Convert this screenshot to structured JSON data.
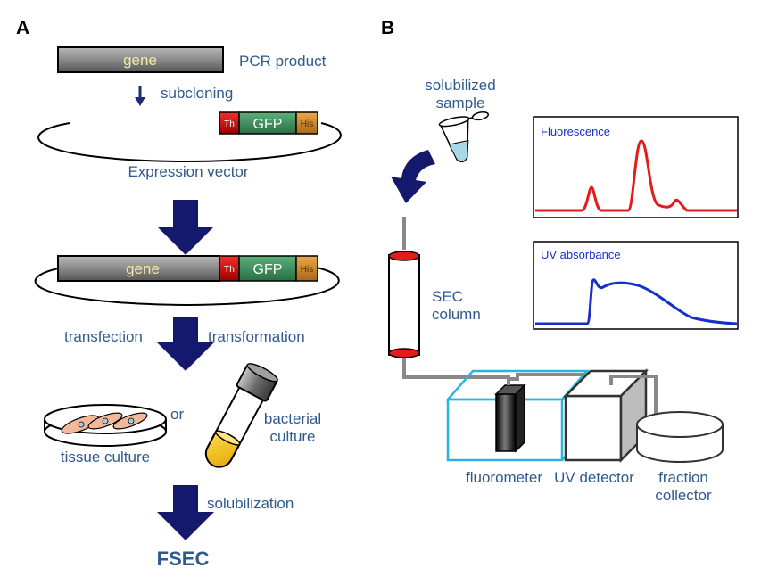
{
  "panels": {
    "a": "A",
    "b": "B"
  },
  "labels": {
    "gene": "gene",
    "pcr_product": "PCR product",
    "subcloning": "subcloning",
    "th": "Th",
    "gfp": "GFP",
    "his": "His",
    "expression_vector": "Expression vector",
    "transfection": "transfection",
    "transformation": "transformation",
    "or": "or",
    "tissue_culture": "tissue culture",
    "bacterial_culture_1": "bacterial",
    "bacterial_culture_2": "culture",
    "solubilization": "solubilization",
    "fsec": "FSEC",
    "solubilized_1": "solubilized",
    "solubilized_2": "sample",
    "sec_1": "SEC",
    "sec_2": "column",
    "fluorescence": "Fluorescence",
    "uv_absorbance": "UV absorbance",
    "fluorometer": "fluorometer",
    "uv_detector": "UV detector",
    "fraction_1": "fraction",
    "fraction_2": "collector"
  },
  "colors": {
    "label_blue": "#2e5a8e",
    "arrow_navy": "#1f2a78",
    "fluorescence_trace": "#e31b1b",
    "uv_trace": "#1530c8",
    "fluorometer_box": "#2bb3e0",
    "th_red": "#d41a1a",
    "gfp_green": "#3c8f58",
    "his_orange": "#d08a2a"
  },
  "icons": {
    "down_arrow": "down-arrow-icon",
    "curved_arrow": "curved-arrow-icon",
    "tube": "microcentrifuge-tube-icon",
    "dish": "petri-dish-icon",
    "bacterial_tube": "culture-tube-icon"
  }
}
